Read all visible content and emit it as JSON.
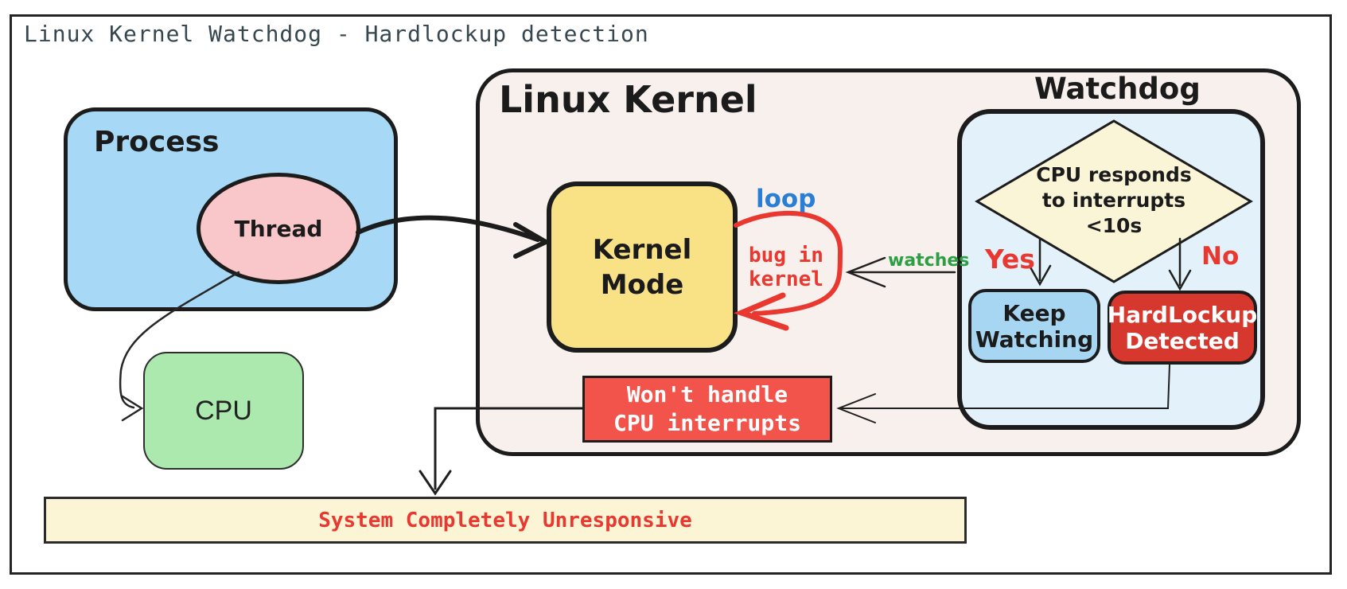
{
  "title": "Linux Kernel Watchdog - Hardlockup detection",
  "process": {
    "label": "Process",
    "thread_label": "Thread"
  },
  "cpu": {
    "label": "CPU"
  },
  "kernel": {
    "label": "Linux Kernel",
    "kernel_mode": {
      "line1": "Kernel",
      "line2": "Mode"
    },
    "loop_label": "loop",
    "bug": {
      "line1": "bug in",
      "line2": "kernel"
    },
    "watches_label": "watches"
  },
  "watchdog": {
    "label": "Watchdog",
    "decision": {
      "line1": "CPU responds",
      "line2": "to interrupts",
      "line3": "<10s"
    },
    "yes_label": "Yes",
    "no_label": "No",
    "keep_watching": {
      "line1": "Keep",
      "line2": "Watching"
    },
    "hardlockup": {
      "line1": "HardLockup",
      "line2": "Detected"
    }
  },
  "wont_handle": {
    "line1": "Won't handle",
    "line2": "CPU interrupts"
  },
  "banner": {
    "label": "System Completely Unresponsive"
  },
  "colors": {
    "ink": "#1c1c1c",
    "title_ink": "#37474f",
    "frame": "#242424",
    "process_blue": "#a7d8f6",
    "thread_pink": "#f9c6c9",
    "cpu_green": "#abe9ae",
    "kernel_bg": "#f8f0ed",
    "kernel_yellow": "#f9e286",
    "watchdog_bg": "#e3f1fb",
    "diamond_yellow": "#fbf5d7",
    "keep_blue": "#a6d6f2",
    "hardlockup_red": "#d7382e",
    "wont_red": "#f2544b",
    "banner_yellow": "#fbf5d6",
    "red": "#e8382f",
    "blue": "#2a7fd4",
    "green": "#2e9e44",
    "white": "#ffffff"
  }
}
